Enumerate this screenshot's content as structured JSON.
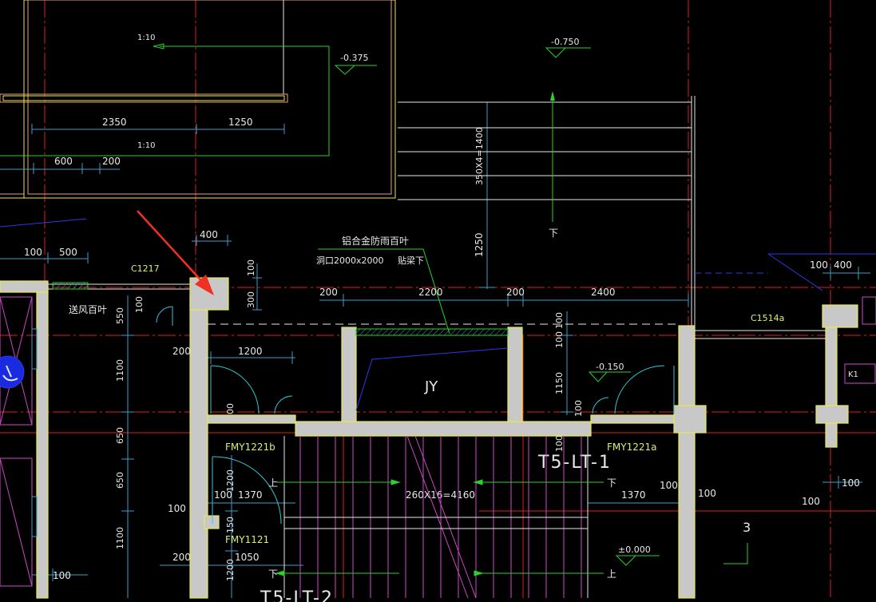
{
  "colors": {
    "background": "#000000",
    "axis_red": "#e0201c",
    "wall_yellow": "#e8e84a",
    "wall_fill": "#c8c8c8",
    "dim_cyan": "#3aa0c8",
    "text_white": "#e8e8e8",
    "line_green": "#2ad22a",
    "pink": "#d048c8",
    "blue": "#2a3ae8",
    "arrow_red": "#f03020",
    "label_yellow_green": "#d8f070"
  },
  "texts": {
    "ramp_top": "1:10",
    "ramp_bottom": "1:10",
    "level_0375": "-0.375",
    "level_0750": "-0.750",
    "level_0150": "-0.150",
    "level_0000": "±0.000",
    "dim_2350": "2350",
    "dim_1250_top": "1250",
    "dim_600": "600",
    "dim_200_a": "200",
    "dim_350x4": "350X4=1400",
    "dim_1250_vert": "1250",
    "down_arrow_top": "下",
    "dim_400_a": "400",
    "louver_title": "铝合金防雨百叶",
    "louver_opening": "洞口2000x2000",
    "louver_note": "贴梁下",
    "dim_100_a": "100",
    "dim_500": "500",
    "window_c1217": "C1217",
    "dim_100_b": "100",
    "dim_300": "300",
    "dim_200_b": "200",
    "dim_2200": "2200",
    "dim_200_c": "200",
    "dim_2400": "2400",
    "vent_louver": "送风百叶",
    "dim_550": "550",
    "dim_100_c": "100",
    "window_c1514a": "C1514a",
    "dim_100_d": "100",
    "dim_400_b": "400",
    "dim_200_left": "200",
    "dim_1200": "1200",
    "dim_100_e": "100",
    "room_jy": "JY",
    "dim_100_f": "100",
    "dim_1150": "1150",
    "dim_1100_a": "1100",
    "dim_100_g": "100",
    "dim_100_h": "100",
    "door_fmy1221b": "FMY1221b",
    "door_fmy1221a": "FMY1221a",
    "dim_100_i": "100",
    "stair_id": "T5-LT-1",
    "dim_650_a": "650",
    "dim_650_b": "650",
    "up_left": "上",
    "down_right": "下",
    "dim_1200_b": "1200",
    "dim_1370_a": "1370",
    "stair_formula": "260X16=4160",
    "dim_1370_b": "1370",
    "dim_100_j": "100",
    "dim_100_k": "100",
    "dim_100_l": "100",
    "dim_100_m": "100",
    "dim_100_n": "100",
    "dim_150": "150",
    "door_fmy1121": "FMY1121",
    "dim_1100_b": "1100",
    "room_3": "3",
    "dim_200_d": "200",
    "dim_1050": "1050",
    "dim_100_o": "100",
    "dim_1200_c": "1200",
    "down_bottom": "下",
    "up_bottom": "上",
    "stair_id_2": "T5-LT-2",
    "tag_k1": "K1",
    "dim_100_p": "100"
  }
}
